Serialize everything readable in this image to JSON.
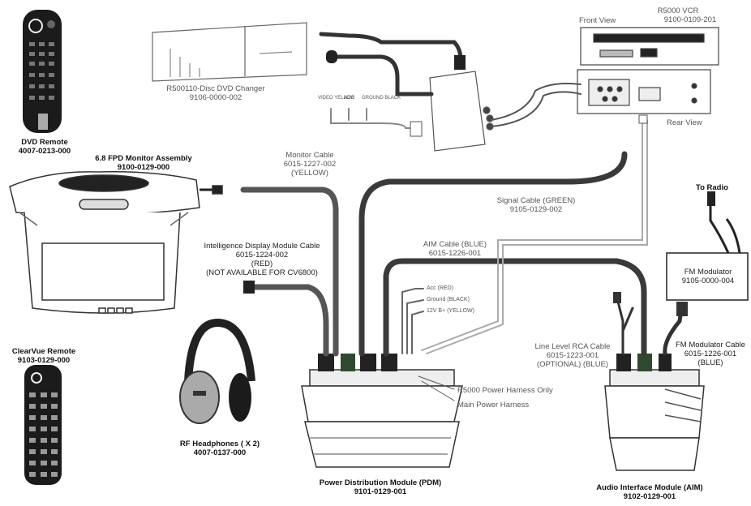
{
  "components": {
    "dvd_remote": {
      "name": "DVD Remote",
      "part": "4007-0213-000"
    },
    "monitor": {
      "name": "6.8 FPD Monitor Assembly",
      "part": "9100-0129-000"
    },
    "clearvue_remote": {
      "name": "ClearVue Remote",
      "part": "9103-0129-000"
    },
    "dvd_changer": {
      "name": "R500110-Disc DVD Changer",
      "part": "9106-0000-002"
    },
    "vcr": {
      "name": "R5000 VCR",
      "part": "9100-0109-201",
      "front_view": "Front View",
      "rear_view": "Rear View"
    },
    "headphones": {
      "name": "RF Headphones ( X 2)",
      "part": "4007-0137-000"
    },
    "pdm": {
      "name": "Power Distribution Module (PDM)",
      "part": "9101-0129-001"
    },
    "aim": {
      "name": "Audio Interface Module (AIM)",
      "part": "9102-0129-001"
    },
    "fm_modulator": {
      "name": "FM Modulator",
      "part": "9105-0000-004",
      "to_radio": "To Radio"
    }
  },
  "cables": {
    "monitor_cable": {
      "name": "Monitor Cable",
      "part": "6015-1227-002",
      "note": "(YELLOW)"
    },
    "signal_cable": {
      "name": "Signal Cable (GREEN)",
      "part": "9105-0129-002"
    },
    "idm_cable": {
      "name": "Intelligence Display Module Cable",
      "part": "6015-1224-002",
      "color": "(RED)",
      "note": "(NOT AVAILABLE FOR CV6800)"
    },
    "aim_cable": {
      "name": "AIM Cable  (BLUE)",
      "part": "6015-1226-001"
    },
    "rca_cable": {
      "name": "Line Level RCA Cable",
      "part": "6015-1223-001",
      "note": "(OPTIONAL)  (BLUE)"
    },
    "fm_cable": {
      "name": "FM Modulator Cable",
      "part": "6015-1226-001",
      "color": "(BLUE)"
    }
  },
  "harness": {
    "acc": "Acc (RED)",
    "ground": "Ground (BLACK)",
    "v12": "12V B+ (YELLOW)",
    "r5000_only": "R5000 Power Harness Only",
    "main": "Main Power Harness"
  },
  "changer_tags": [
    "VIDEO YELLOW",
    "ACC",
    "GROUND BLACK"
  ]
}
